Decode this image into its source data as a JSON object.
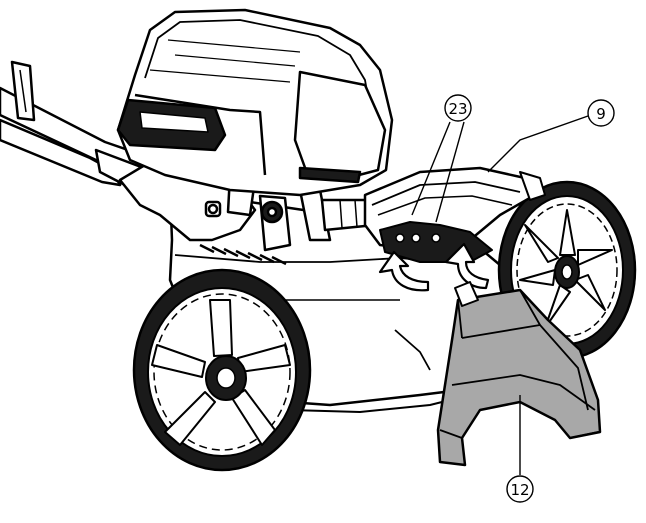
{
  "callouts": [
    {
      "id": "c23",
      "label": "23"
    },
    {
      "id": "c9",
      "label": "9"
    },
    {
      "id": "c12",
      "label": "12"
    }
  ],
  "colors": {
    "line": "#000000",
    "paper": "#ffffff",
    "bag_fill": "#a8a8a8",
    "dark_fill": "#1a1a1a"
  }
}
